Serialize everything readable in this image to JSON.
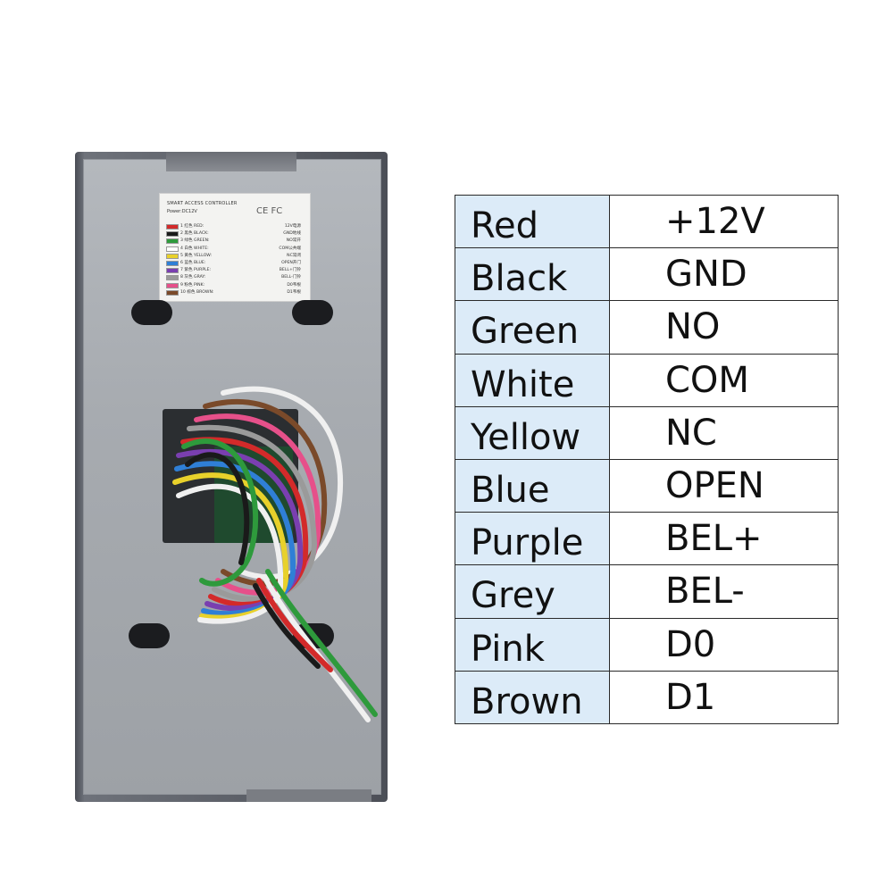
{
  "wiring_table": {
    "rows": [
      {
        "color": "Red",
        "function": "+12V"
      },
      {
        "color": "Black",
        "function": "GND"
      },
      {
        "color": "Green",
        "function": "NO"
      },
      {
        "color": "White",
        "function": "COM"
      },
      {
        "color": "Yellow",
        "function": "NC"
      },
      {
        "color": "Blue",
        "function": "OPEN"
      },
      {
        "color": "Purple",
        "function": "BEL+"
      },
      {
        "color": "Grey",
        "function": "BEL-"
      },
      {
        "color": "Pink",
        "function": "D0"
      },
      {
        "color": "Brown",
        "function": "D1"
      }
    ]
  },
  "device_label": {
    "title": "SMART ACCESS CONTROLLER",
    "power": "Power:DC12V",
    "certifications": "CE FC",
    "wires": [
      {
        "line": "1 红色 RED:",
        "func": "12V电源",
        "swatch": "#d32a2a"
      },
      {
        "line": "2 黑色 BLACK:",
        "func": "GND地线",
        "swatch": "#1a1a1a"
      },
      {
        "line": "3 绿色 GREEN:",
        "func": "NO常开",
        "swatch": "#2e9a3c"
      },
      {
        "line": "4 白色 WHITE:",
        "func": "COM公共端",
        "swatch": "#ffffff"
      },
      {
        "line": "5 黄色 YELLOW:",
        "func": "NC常闭",
        "swatch": "#e8d12b"
      },
      {
        "line": "6 蓝色 BLUE:",
        "func": "OPEN开门",
        "swatch": "#2f7fd6"
      },
      {
        "line": "7 紫色 PURPLE:",
        "func": "BELL+门铃",
        "swatch": "#7a3fb0"
      },
      {
        "line": "8 灰色 GRAY:",
        "func": "BELL-门铃",
        "swatch": "#9a9a9a"
      },
      {
        "line": "9 粉色 PINK:",
        "func": "D0韦根",
        "swatch": "#e6508a"
      },
      {
        "line": "10 棕色 BROWN:",
        "func": "D1韦根",
        "swatch": "#7a4a2a"
      }
    ]
  },
  "colors": {
    "table_left_column_bg": "#dcebf8",
    "table_border": "#2a2a2a",
    "plate": "#a7abb0",
    "housing": "#4c4f57"
  }
}
